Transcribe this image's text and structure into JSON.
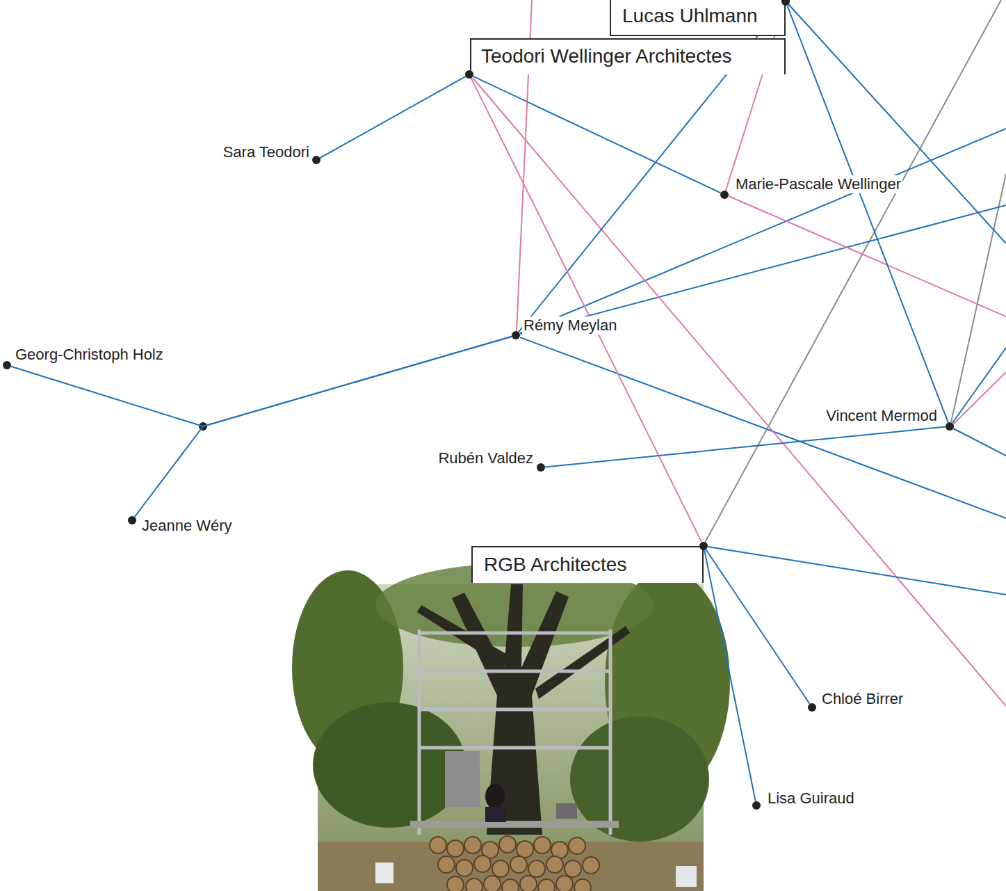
{
  "diagram": {
    "nodes": [
      {
        "text": [
          "Lucas Uhlmann"
        ]
      },
      {
        "text": [
          "Teodori Wellinger Architectes"
        ]
      },
      {
        "text": [
          "Sara Teodori"
        ]
      },
      {
        "text": [
          "Marie-Pascale Wellinger"
        ]
      },
      {
        "text": [
          "Rémy Meylan"
        ]
      },
      {
        "text": [
          "Georg-Christoph Holz"
        ]
      },
      {
        "text": [
          "Vincent Mermod"
        ]
      },
      {
        "text": [
          "Rubén Valdez"
        ]
      },
      {
        "text": [
          "Jeanne Wéry"
        ]
      },
      {
        "text": [
          "RGB Architectes"
        ]
      },
      {
        "text": [
          "Chloé Birrer"
        ]
      },
      {
        "text": [
          "Lisa Guiraud"
        ]
      }
    ],
    "edges": [
      {
        "from": 0,
        "to": 4,
        "arrow": "none"
      },
      {
        "from": 0,
        "to": 3,
        "arrow": "none"
      },
      {
        "from": 0,
        "to": 6,
        "arrow": "none"
      },
      {
        "from": 1,
        "to": 2,
        "arrow": "none"
      },
      {
        "from": 1,
        "to": 3,
        "arrow": "none"
      },
      {
        "from": 1,
        "to": 9,
        "arrow": "none"
      },
      {
        "from": 5,
        "to": 4,
        "arrow": "none"
      },
      {
        "from": 8,
        "to": 4,
        "arrow": "none"
      },
      {
        "from": 6,
        "to": 7,
        "arrow": "none"
      },
      {
        "from": 9,
        "to": 10,
        "arrow": "none"
      },
      {
        "from": 9,
        "to": 11,
        "arrow": "none"
      }
    ]
  }
}
